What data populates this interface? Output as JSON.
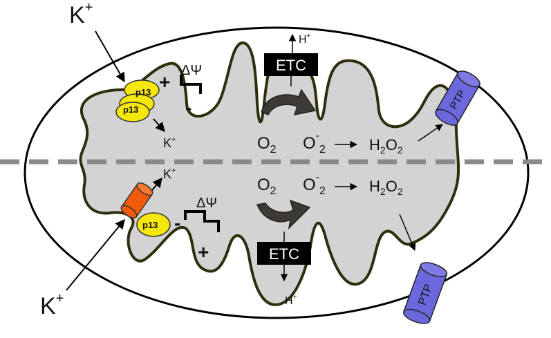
{
  "labels": {
    "k_ion_top_outer": "K",
    "k_ion_top_outer_sup": "+",
    "k_ion_bottom_outer": "K",
    "k_ion_bottom_outer_sup": "+",
    "k_ion_top_inner": "K",
    "k_ion_top_inner_sup": "+",
    "k_ion_bottom_inner": "K",
    "k_ion_bottom_inner_sup": "+",
    "p13_a": "p13",
    "p13_b": "p13",
    "p13_c": "p13",
    "delta_psi_top": "ΔΨ",
    "delta_psi_bottom": "ΔΨ",
    "plus_top": "+",
    "minus_top": "-",
    "plus_bottom": "+",
    "minus_bottom": "-",
    "etc_top": "ETC",
    "etc_bottom": "ETC",
    "h_top": "H",
    "h_top_sup": "+",
    "h_bottom": "H",
    "h_bottom_sup": "+",
    "o2_top": "O",
    "o2_top_sub": "2",
    "o2_bottom": "O",
    "o2_bottom_sub": "2",
    "superoxide_top": "O",
    "superoxide_top_sup": "-",
    "superoxide_top_sub": "2",
    "superoxide_bottom": "O",
    "superoxide_bottom_sup": "-",
    "superoxide_bottom_sub": "2",
    "h2o2_top_h": "H",
    "h2o2_top_2a": "2",
    "h2o2_top_o": "O",
    "h2o2_top_2b": "2",
    "h2o2_bottom_h": "H",
    "h2o2_bottom_2a": "2",
    "h2o2_bottom_o": "O",
    "h2o2_bottom_2b": "2",
    "ptp_top": "PTP",
    "ptp_bottom": "PTP"
  },
  "colors": {
    "matrix_fill": "#d3d3d3",
    "inner_membrane": "#2e2e0e",
    "outer_membrane": "#000000",
    "p13_yellow": "#f5e60c",
    "channel_orange": "#f05a0a",
    "ptp_blue": "#6b68dc",
    "etc_box": "#000000",
    "divider": "#8a8a8a"
  }
}
